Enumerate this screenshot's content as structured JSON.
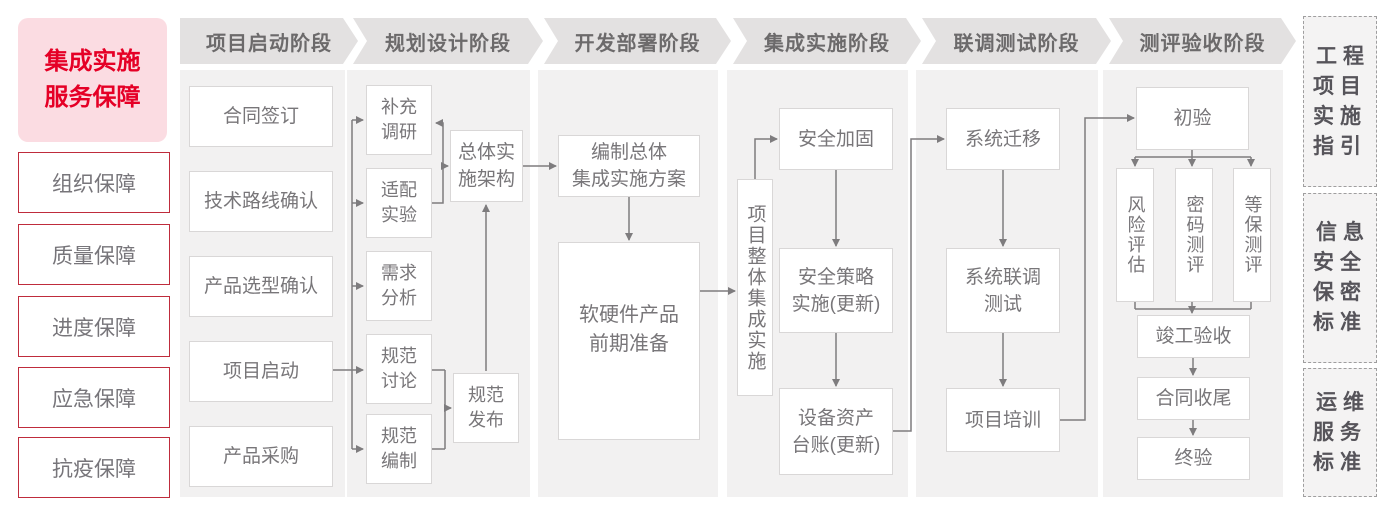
{
  "colors": {
    "accent_red": "#e50026",
    "pink_bg": "#fbdce2",
    "red_border": "#bf2c3c",
    "column_bg": "#f2f1f1",
    "banner_bg": "#e3e1e1",
    "box_border": "#d9d7d7",
    "text_gray": "#787679",
    "line_gray": "#7e7c7e"
  },
  "sidebar": {
    "title": "集成实施\n服务保障",
    "items": [
      {
        "label": "组织保障"
      },
      {
        "label": "质量保障"
      },
      {
        "label": "进度保障"
      },
      {
        "label": "应急保障"
      },
      {
        "label": "抗疫保障"
      }
    ]
  },
  "phases": [
    {
      "label": "项目启动阶段",
      "steps": [
        {
          "label": "合同签订"
        },
        {
          "label": "技术路线确认"
        },
        {
          "label": "产品选型确认"
        },
        {
          "label": "项目启动"
        },
        {
          "label": "产品采购"
        }
      ]
    },
    {
      "label": "规划设计阶段",
      "steps": [
        {
          "label": "补充\n调研"
        },
        {
          "label": "适配\n实验"
        },
        {
          "label": "需求\n分析"
        },
        {
          "label": "规范\n讨论"
        },
        {
          "label": "规范\n编制"
        },
        {
          "label": "总体实\n施架构"
        },
        {
          "label": "规范\n发布"
        }
      ]
    },
    {
      "label": "开发部署阶段",
      "steps": [
        {
          "label": "编制总体\n集成实施方案"
        },
        {
          "label": "软硬件产品\n前期准备"
        }
      ]
    },
    {
      "label": "集成实施阶段",
      "steps": [
        {
          "label": "项目整体集成实施"
        },
        {
          "label": "安全加固"
        },
        {
          "label": "安全策略\n实施(更新)"
        },
        {
          "label": "设备资产\n台账(更新)"
        }
      ]
    },
    {
      "label": "联调测试阶段",
      "steps": [
        {
          "label": "系统迁移"
        },
        {
          "label": "系统联调\n测试"
        },
        {
          "label": "项目培训"
        }
      ]
    },
    {
      "label": "测评验收阶段",
      "steps": [
        {
          "label": "初验"
        },
        {
          "label": "风险评估"
        },
        {
          "label": "密码测评"
        },
        {
          "label": "等保测评"
        },
        {
          "label": "竣工验收"
        },
        {
          "label": "合同收尾"
        },
        {
          "label": "终验"
        }
      ]
    }
  ],
  "standards": [
    {
      "label": "工程\n项目\n实施\n指引"
    },
    {
      "label": "信息\n安全\n保密\n标准"
    },
    {
      "label": "运维\n服务\n标准"
    }
  ]
}
